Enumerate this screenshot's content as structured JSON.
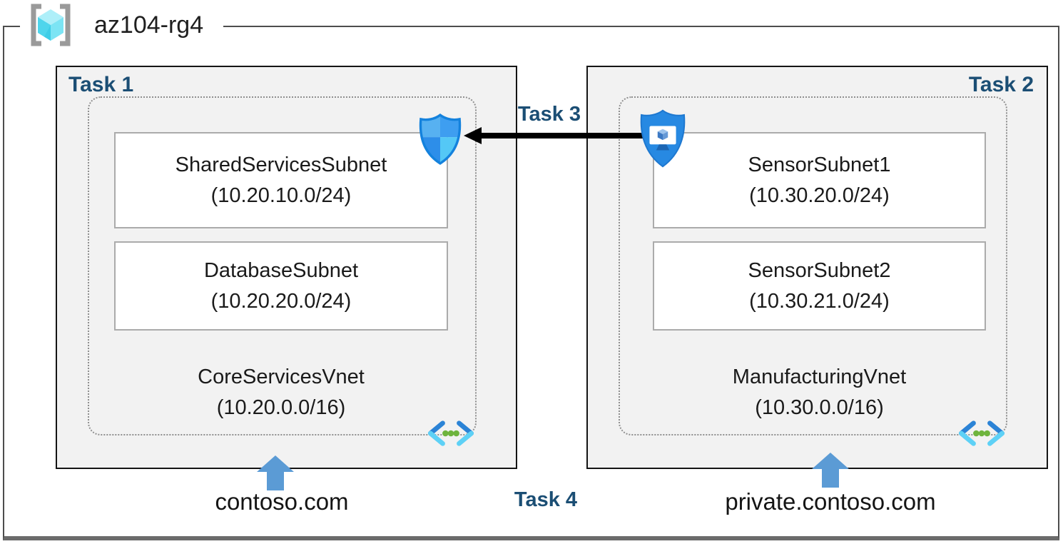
{
  "header": {
    "resource_group_name": "az104-rg4"
  },
  "tasks": {
    "task1": "Task 1",
    "task2": "Task 2",
    "task3": "Task 3",
    "task4": "Task 4"
  },
  "core_vnet": {
    "subnet1_name": "SharedServicesSubnet",
    "subnet1_cidr": "(10.20.10.0/24)",
    "subnet2_name": "DatabaseSubnet",
    "subnet2_cidr": "(10.20.20.0/24)",
    "vnet_name": "CoreServicesVnet",
    "vnet_cidr": "(10.20.0.0/16)",
    "dns_zone": "contoso.com"
  },
  "manufacturing_vnet": {
    "subnet1_name": "SensorSubnet1",
    "subnet1_cidr": "(10.30.20.0/24)",
    "subnet2_name": "SensorSubnet2",
    "subnet2_cidr": "(10.30.21.0/24)",
    "vnet_name": "ManufacturingVnet",
    "vnet_cidr": "(10.30.0.0/16)",
    "dns_zone": "private.contoso.com"
  },
  "icons": {
    "resource_group": "resource-group-icon",
    "network_security_group": "network-security-group-shield-icon",
    "application_security_group": "application-security-group-shield-icon",
    "virtual_network": "virtual-network-chevrons-icon",
    "dns_zone_pointer": "blue-up-arrow-icon",
    "task3_flow": "black-left-arrow"
  },
  "colors": {
    "task_label_blue": "#1B4E74",
    "box_background": "#F2F2F2",
    "box_border": "#141414",
    "subnet_border": "#ABABAB",
    "vnet_boundary_dotted": "#8F8F8F",
    "dns_arrow_blue": "#5B9BD5",
    "nsg_shield_stroke": "#1482DD",
    "asg_shield_fill": "#2789E2",
    "vnet_chevron_dark": "#2B83D6",
    "vnet_chevron_light": "#5ED1F6",
    "vnet_dots_green": "#6EB43D",
    "rg_bracket_gray": "#9A9A9A",
    "outer_border": "#4D4D4D"
  }
}
